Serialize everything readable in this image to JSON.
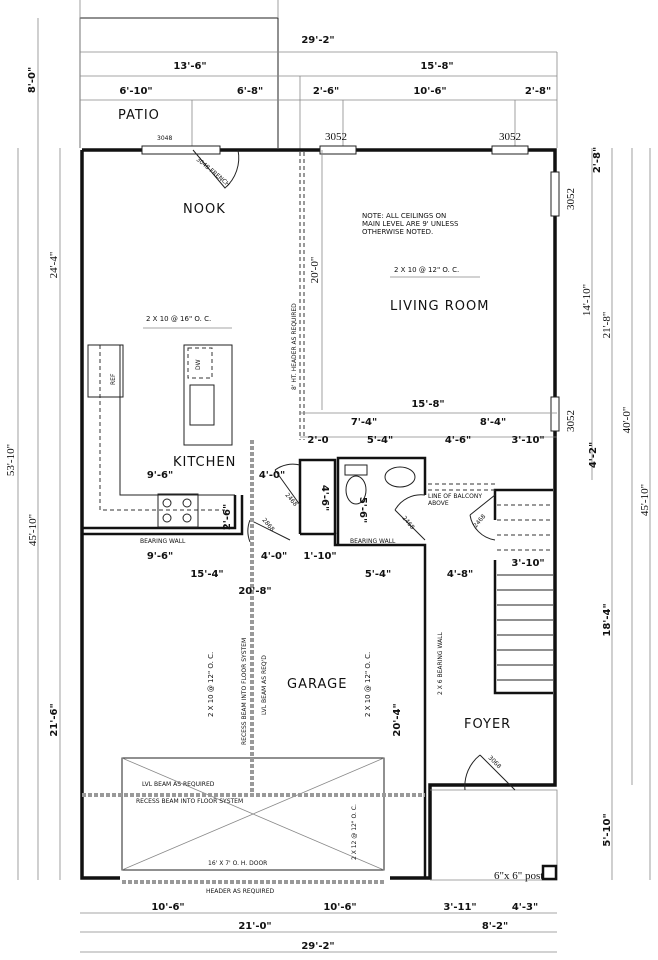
{
  "rooms": {
    "patio": "PATIO",
    "nook": "NOOK",
    "living_room": "LIVING ROOM",
    "kitchen": "KITCHEN",
    "garage": "GARAGE",
    "foyer": "FOYER"
  },
  "windows": {
    "patio_door": "3048",
    "living_top_left": "3052",
    "living_top_right": "3052",
    "living_right_upper": "3052",
    "living_right_lower": "3052",
    "french_door": "3048 FRENCH",
    "closet_door_1": "2468",
    "closet_door_2": "2868",
    "bath_door": "2468",
    "stair_door": "2468",
    "front_door": "3068"
  },
  "notes": {
    "ceilings": [
      "NOTE: ALL CEILINGS ON",
      "MAIN LEVEL ARE 9' UNLESS",
      "OTHERWISE NOTED."
    ],
    "living_joists": "2 X 10 @ 12\" O. C.",
    "nook_joists": "2 X 10 @ 16\" O. C.",
    "header": "8' HT. HEADER AS REQUIRED",
    "garage_joists_left": "2 X 10 @ 12\" O. C.",
    "garage_joists_right": "2 X 10 @ 12\" O. C.",
    "recess_beam_vertical": "RECESS BEAM INTO FLOOR SYSTEM",
    "lvl_beam_vertical": "LVL BEAM AS REQ'D",
    "lvl_beam": "LVL BEAM AS REQUIRED",
    "recess_beam": "RECESS BEAM INTO FLOOR SYSTEM",
    "door_joists": "2 X 12 @ 12\" O. C.",
    "garage_door": "16' X 7' O. H. DOOR",
    "header_req": "HEADER AS REQUIRED",
    "bearing_wall_1": "BEARING WALL",
    "bearing_wall_2": "BEARING WALL",
    "bearing_wall_foyer": "2 X 6 BEARING WALL",
    "balcony": [
      "LINE OF BALCONY",
      "ABOVE"
    ],
    "post": "6\"x 6\" post",
    "ref": "REF",
    "dw": "DW"
  },
  "dimensions": {
    "top": {
      "overall": "29'-2\"",
      "left": "13'-6\"",
      "right": "15'-8\"",
      "seg": [
        "6'-10\"",
        "6'-8\"",
        "2'-6\"",
        "10'-6\"",
        "2'-8\""
      ]
    },
    "left": {
      "overall": "53'-10\"",
      "patio": "8'-0\"",
      "house": "45'-10\"",
      "upper": "24'-4\"",
      "lower": "21'-6\""
    },
    "right": {
      "a": "2'-8\"",
      "b": "14'-10\"",
      "c": "4'-2\"",
      "d": "21'-8\"",
      "e": "18'-4\"",
      "f": "5'-10\"",
      "g": "40'-0\"",
      "h": "45'-10\""
    },
    "bottom": {
      "seg": [
        "10'-6\"",
        "10'-6\"",
        "3'-11\"",
        "4'-3\""
      ],
      "left": "21'-0\"",
      "right": "8'-2\"",
      "overall": "29'-2\""
    },
    "interior": {
      "living_width": "15'-8\"",
      "living_height": "20'-0\"",
      "l1": "7'-4\"",
      "l2": "8'-4\"",
      "m1": "2'-0",
      "m2": "5'-4\"",
      "m3": "4'-6\"",
      "m4": "3'-10\"",
      "kitchen_w": "9'-6\"",
      "kitchen_w2": "9'-6\"",
      "k_closet": "4'-0\"",
      "k_closet2": "4'-0\"",
      "counter": "2'-6\"",
      "pantry": "4'-6\"",
      "toilet": "5'-6\"",
      "small": "1'-10\"",
      "g1": "15'-4\"",
      "g2": "5'-4\"",
      "foyer_w": "4'-8\"",
      "garage_w": "20'-8\"",
      "garage_h": "20'-4\"",
      "stair": "3'-10\""
    }
  }
}
